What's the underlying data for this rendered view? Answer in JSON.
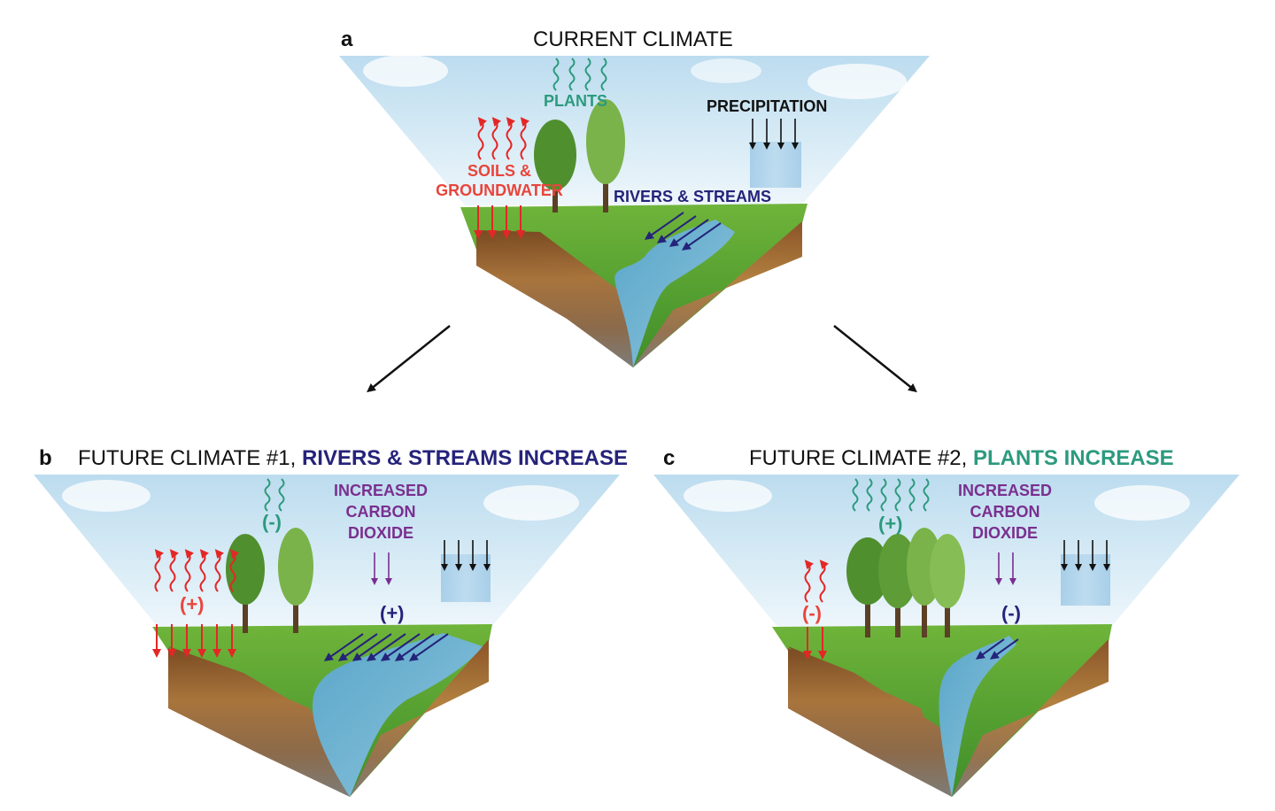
{
  "colors": {
    "soils": "#e8453c",
    "plants": "#2c9a7e",
    "rivers": "#25237a",
    "co2": "#7a2f8f",
    "precipitation": "#111111"
  },
  "panel_a": {
    "letter": "a",
    "title": "CURRENT CLIMATE",
    "plants_label": "PLANTS",
    "precip_label": "PRECIPITATION",
    "soils_label_1": "SOILS &",
    "soils_label_2": "GROUNDWATER",
    "rivers_label": "RIVERS & STREAMS"
  },
  "panel_b": {
    "letter": "b",
    "title_plain": "FUTURE CLIMATE #1, ",
    "title_highlight": "RIVERS & STREAMS INCREASE",
    "plants_sign": "(-)",
    "soils_sign": "(+)",
    "rivers_sign": "(+)",
    "co2_1": "INCREASED",
    "co2_2": "CARBON",
    "co2_3": "DIOXIDE"
  },
  "panel_c": {
    "letter": "c",
    "title_plain": "FUTURE CLIMATE #2, ",
    "title_highlight": "PLANTS INCREASE",
    "plants_sign": "(+)",
    "soils_sign": "(-)",
    "rivers_sign": "(-)",
    "co2_1": "INCREASED",
    "co2_2": "CARBON",
    "co2_3": "DIOXIDE"
  }
}
